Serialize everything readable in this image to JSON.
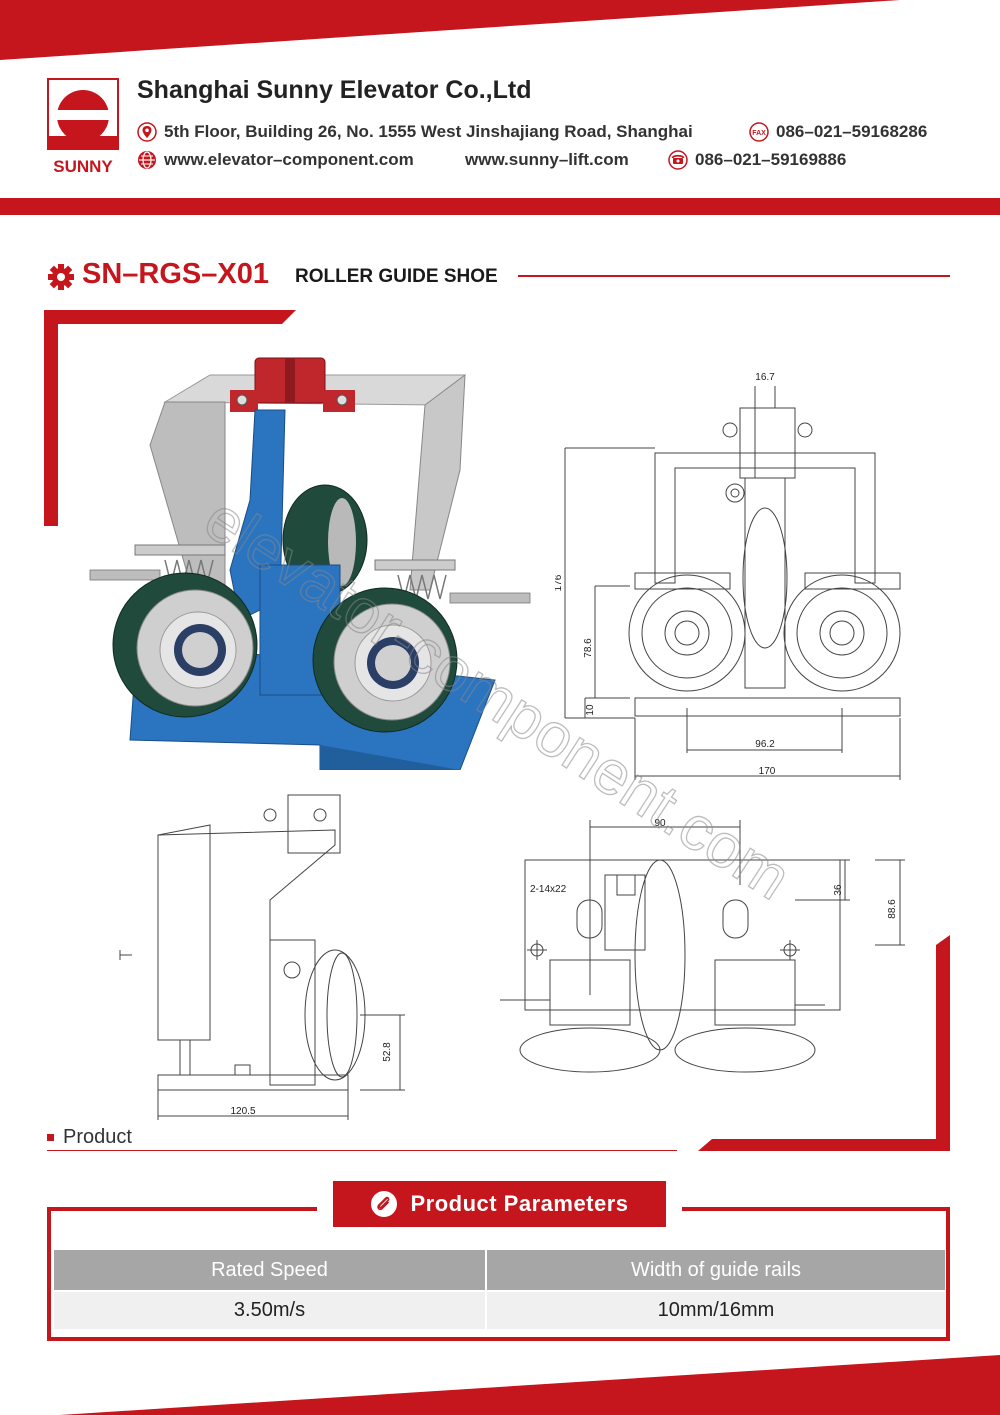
{
  "company": {
    "name": "Shanghai Sunny Elevator Co.,Ltd",
    "logo_text": "SUNNY",
    "address": "5th Floor, Building 26, No. 1555 West Jinshajiang Road, Shanghai",
    "fax": "086–021–59168286",
    "website1": "www.elevator–component.com",
    "website2": "www.sunny–lift.com",
    "phone": "086–021–59169886"
  },
  "product": {
    "code": "SN–RGS–X01",
    "name": "ROLLER GUIDE SHOE",
    "section_label": "Product"
  },
  "watermark": "elevator-component.com",
  "drawing": {
    "dim_16_7": "16.7",
    "dim_176": "176",
    "dim_78_6": "78.6",
    "dim_10": "10",
    "dim_96_2": "96.2",
    "dim_170": "170",
    "dim_120_5": "120.5",
    "dim_52_8": "52.8",
    "dim_90": "90",
    "dim_holes": "2-14x22",
    "dim_36": "36",
    "dim_88_6": "88.6"
  },
  "parameters": {
    "title": "Product  Parameters",
    "headers": [
      "Rated Speed",
      "Width of guide rails"
    ],
    "values": [
      "3.50m/s",
      "10mm/16mm"
    ]
  },
  "colors": {
    "brand_red": "#c4161c",
    "table_header_gray": "#a6a6a6",
    "base_blue": "#2a74c0",
    "wheel_green": "#1f4a3c"
  }
}
